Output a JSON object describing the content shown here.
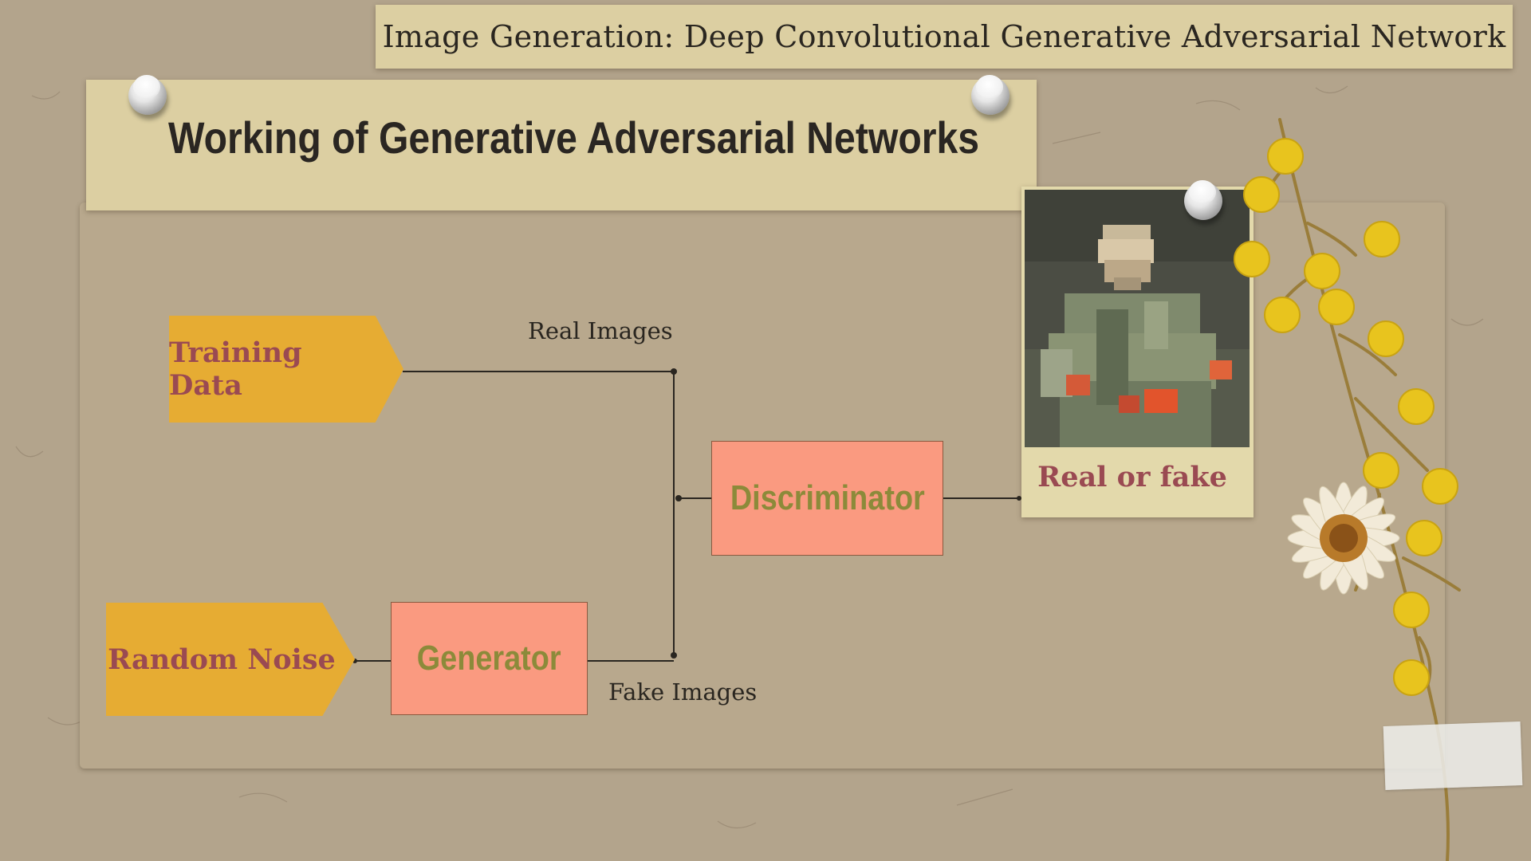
{
  "banner": {
    "title": "Image Generation: Deep Convolutional Generative Adversarial Network"
  },
  "slide": {
    "title": "Working of Generative Adversarial Networks"
  },
  "diagram": {
    "nodes": {
      "training_data": "Training Data",
      "random_noise": "Random Noise",
      "generator": "Generator",
      "discriminator": "Discriminator"
    },
    "edge_labels": {
      "real_images": "Real Images",
      "fake_images": "Fake Images"
    },
    "output": {
      "caption": "Real or fake"
    }
  },
  "colors": {
    "tag_fill": "#e6ac33",
    "tag_text": "#9a4a52",
    "box_fill": "#fa9a80",
    "box_text": "#8c8a3a",
    "paper": "#dccfa2",
    "background": "#b3a48c"
  }
}
